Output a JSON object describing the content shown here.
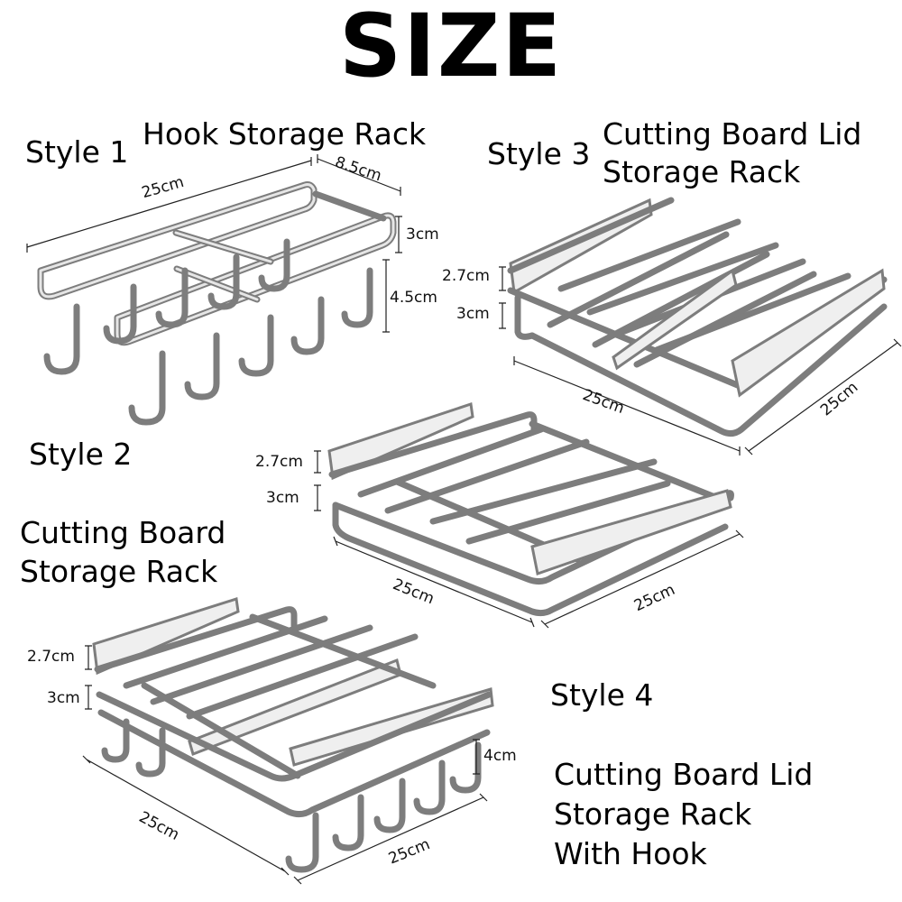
{
  "title": "SIZE",
  "styles": {
    "style1": {
      "label": "Style 1",
      "name": "Hook Storage Rack",
      "dims": {
        "length": "25cm",
        "depth": "8.5cm",
        "height": "3cm",
        "hook": "4.5cm"
      }
    },
    "style2": {
      "label": "Style 2",
      "name_line1": "Cutting Board",
      "name_line2": "Storage Rack",
      "dims": {
        "lip": "2.7cm",
        "height": "3cm",
        "length": "25cm",
        "width": "25cm"
      }
    },
    "style3": {
      "label": "Style 3",
      "name_line1": "Cutting Board Lid",
      "name_line2": "Storage Rack",
      "dims": {
        "lip": "2.7cm",
        "height": "3cm",
        "length": "25cm",
        "width": "25cm"
      }
    },
    "style4": {
      "label": "Style 4",
      "name_line1": "Cutting Board Lid",
      "name_line2": "Storage Rack",
      "name_line3": "With Hook",
      "dims": {
        "lip": "2.7cm",
        "height": "3cm",
        "hook": "4cm",
        "length": "25cm",
        "width": "25cm"
      }
    }
  },
  "colors": {
    "wire": "#8a8a8a",
    "wire_light": "#d8d8d8",
    "text": "#000000"
  }
}
